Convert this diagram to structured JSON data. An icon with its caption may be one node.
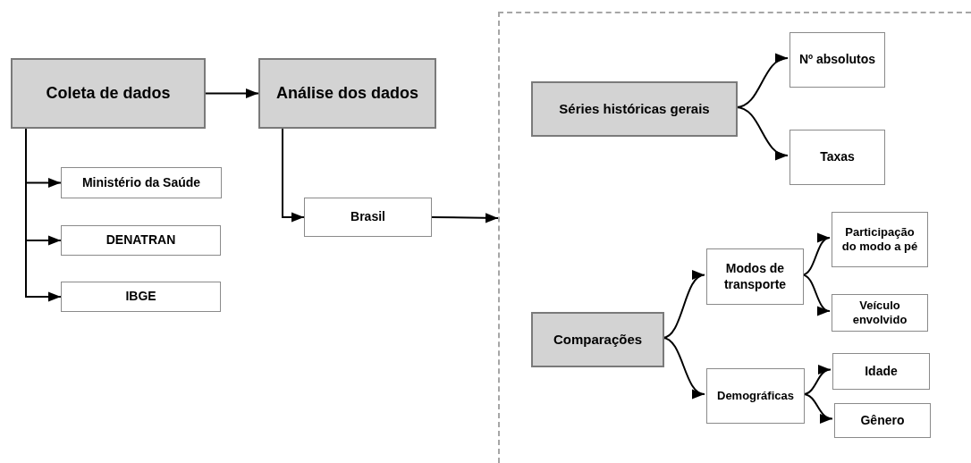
{
  "diagram": {
    "nodes": [
      {
        "text": [
          "Coleta de dados"
        ]
      },
      {
        "text": [
          "Análise dos dados"
        ]
      },
      {
        "text": [
          "Ministério da Saúde"
        ]
      },
      {
        "text": [
          "DENATRAN"
        ]
      },
      {
        "text": [
          "IBGE"
        ]
      },
      {
        "text": [
          "Brasil"
        ]
      },
      {
        "text": [],
        "shape": "box"
      },
      {
        "text": [
          "Séries históricas gerais"
        ],
        "in": 6
      },
      {
        "text": [
          "Nº absolutos"
        ],
        "in": 6
      },
      {
        "text": [
          "Taxas"
        ],
        "in": 6
      },
      {
        "text": [
          "Comparações"
        ],
        "in": 6
      },
      {
        "text": [
          "Modos de transporte"
        ],
        "in": 6
      },
      {
        "text": [
          "Participação do modo a pé"
        ],
        "in": 6
      },
      {
        "text": [
          "Veículo envolvido"
        ],
        "in": 6
      },
      {
        "text": [
          "Demográficas"
        ],
        "in": 6
      },
      {
        "text": [
          "Idade"
        ],
        "in": 6
      },
      {
        "text": [
          "Gênero"
        ],
        "in": 6
      }
    ],
    "edges": [
      {
        "from": 0,
        "to": 1,
        "arrow": "to"
      },
      {
        "from": 0,
        "to": 2,
        "arrow": "to"
      },
      {
        "from": 0,
        "to": 3,
        "arrow": "to"
      },
      {
        "from": 0,
        "to": 4,
        "arrow": "to"
      },
      {
        "from": 1,
        "to": 5,
        "arrow": "to"
      },
      {
        "from": 5,
        "to": 6,
        "arrow": "to"
      },
      {
        "from": 7,
        "to": 8,
        "arrow": "to"
      },
      {
        "from": 7,
        "to": 9,
        "arrow": "to"
      },
      {
        "from": 10,
        "to": 11,
        "arrow": "to"
      },
      {
        "from": 10,
        "to": 14,
        "arrow": "to"
      },
      {
        "from": 11,
        "to": 12,
        "arrow": "to"
      },
      {
        "from": 11,
        "to": 13,
        "arrow": "to"
      },
      {
        "from": 14,
        "to": 15,
        "arrow": "to"
      },
      {
        "from": 14,
        "to": 16,
        "arrow": "to"
      }
    ]
  }
}
